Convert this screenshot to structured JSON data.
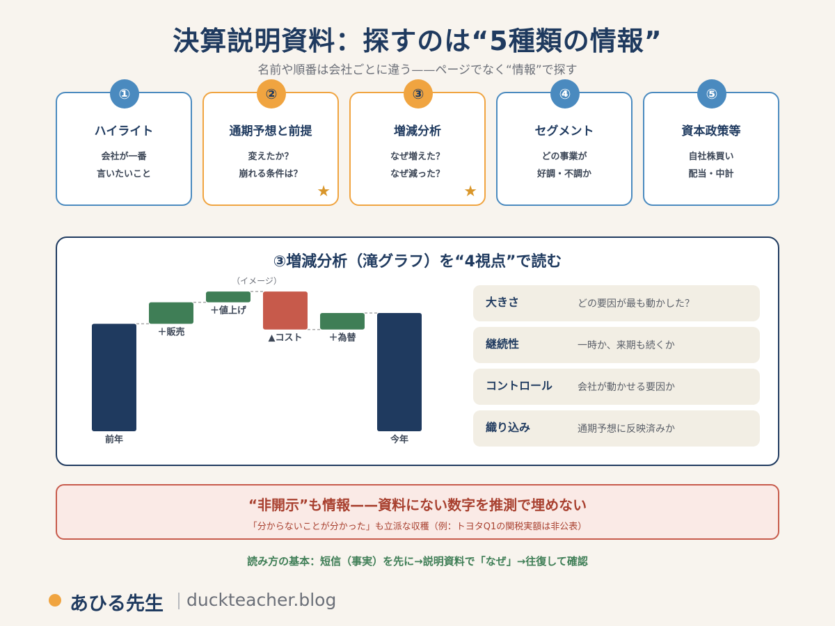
{
  "header": {
    "title": "決算説明資料：探すのは“5種類の情報”",
    "subtitle": "名前や順番は会社ごとに違う——ページでなく“情報”で探す"
  },
  "cards": [
    {
      "number": "①",
      "title": "ハイライト",
      "lines": [
        "会社が一番",
        "言いたいこと"
      ],
      "starred": false,
      "color": "blue"
    },
    {
      "number": "②",
      "title": "通期予想と前提",
      "lines": [
        "変えたか？",
        "崩れる条件は？"
      ],
      "starred": true,
      "color": "orange"
    },
    {
      "number": "③",
      "title": "増減分析",
      "lines": [
        "なぜ増えた？",
        "なぜ減った？"
      ],
      "starred": true,
      "color": "orange"
    },
    {
      "number": "④",
      "title": "セグメント",
      "lines": [
        "どの事業が",
        "好調・不調か"
      ],
      "starred": false,
      "color": "blue"
    },
    {
      "number": "⑤",
      "title": "資本政策等",
      "lines": [
        "自社株買い",
        "配当・中計"
      ],
      "starred": false,
      "color": "blue"
    }
  ],
  "star_symbol": "★",
  "panel": {
    "title": "③増減分析（滝グラフ）を“4視点”で読む",
    "image_note": "（イメージ）",
    "viewpoints": [
      {
        "label": "大きさ",
        "desc": "どの要因が最も動かした？"
      },
      {
        "label": "継続性",
        "desc": "一時か、来期も続くか"
      },
      {
        "label": "コントロール",
        "desc": "会社が動かせる要因か"
      },
      {
        "label": "織り込み",
        "desc": "通期予想に反映済みか"
      }
    ]
  },
  "chart_data": {
    "type": "bar",
    "subtype": "waterfall",
    "categories": [
      "前年",
      "＋販売",
      "＋値上げ",
      "▲コスト",
      "＋為替",
      "今年"
    ],
    "kinds": [
      "total",
      "increase",
      "increase",
      "decrease",
      "increase",
      "total"
    ],
    "values": [
      150,
      30,
      15,
      -53,
      23,
      165
    ],
    "ylim": [
      0,
      200
    ],
    "colors": {
      "total": "#1f3a5f",
      "increase": "#3f7e56",
      "decrease": "#c75a4b",
      "connector": "#a8a8a8"
    }
  },
  "warning": {
    "title": "“非開示”も情報——資料にない数字を推測で埋めない",
    "sub": "「分からないことが分かった」も立派な収穫（例：トヨタQ1の関税実額は非公表）"
  },
  "basics": "読み方の基本：短信（事実）を先に→説明資料で「なぜ」→往復して確認",
  "footer": {
    "brand": "あひる先生",
    "site": "duckteacher.blog"
  }
}
